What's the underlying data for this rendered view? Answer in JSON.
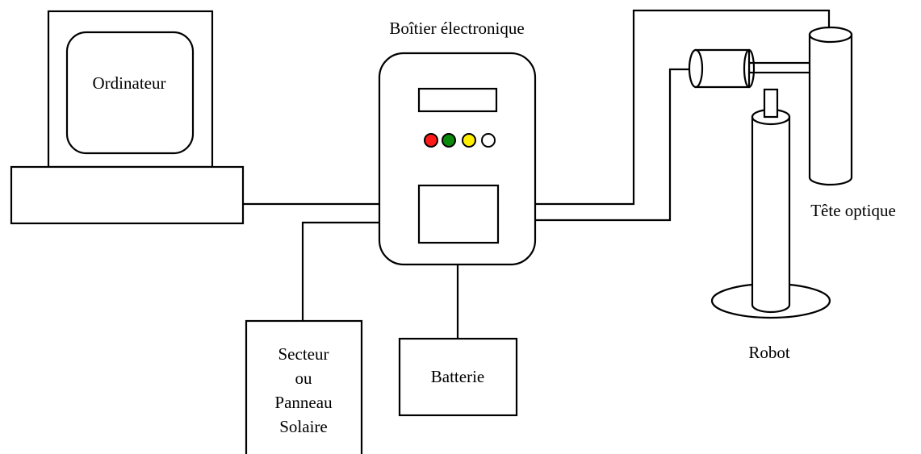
{
  "labels": {
    "computer": "Ordinateur",
    "electronics_box": "Boîtier électronique",
    "optical_head": "Tête optique",
    "robot": "Robot",
    "power_line1": "Secteur",
    "power_line2": "ou",
    "power_line3": "Panneau",
    "power_line4": "Solaire",
    "battery": "Batterie"
  },
  "colors": {
    "led_red": "#ff1a1a",
    "led_green": "#0a8a0a",
    "led_yellow": "#ffee00",
    "led_white": "#ffffff"
  }
}
